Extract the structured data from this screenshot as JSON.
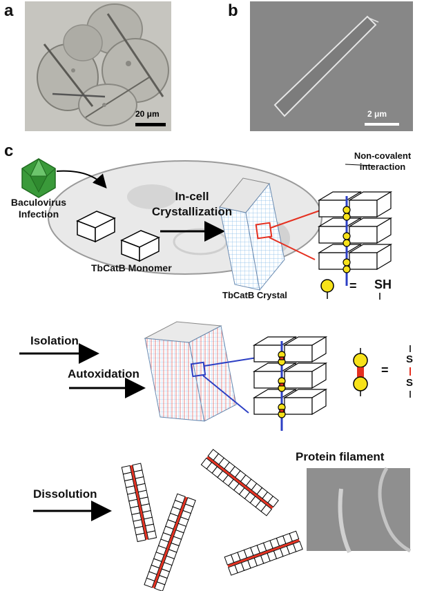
{
  "panels": {
    "a": "a",
    "b": "b",
    "c": "c"
  },
  "panel_a": {
    "scale": "20 μm"
  },
  "panel_b": {
    "scale": "2 μm"
  },
  "panel_c": {
    "baculovirus": [
      "Baculovirus",
      "Infection"
    ],
    "in_cell": [
      "In-cell",
      "Crystallization"
    ],
    "monomer": "TbCatB Monomer",
    "crystal": "TbCatB Crystal",
    "noncovalent": [
      "Non-covalent",
      "interaction"
    ],
    "equals": "=",
    "sh": "SH",
    "isolation": "Isolation",
    "autoxidation": "Autoxidation",
    "s_top": "S",
    "s_bottom": "S",
    "dissolution": "Dissolution",
    "protein_filament": "Protein filament"
  },
  "colors": {
    "virus": "#3a9a3a",
    "cell": "#e8e8e8",
    "bond": "#e53020",
    "thiol": "#f7e21a",
    "link": "#2c3fc4"
  }
}
